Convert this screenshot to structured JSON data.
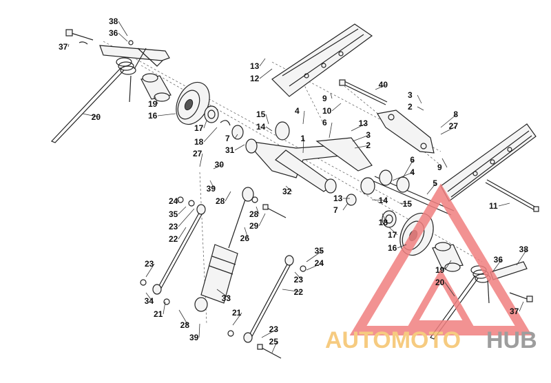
{
  "callouts": [
    {
      "id": "c38a",
      "text": "38"
    },
    {
      "id": "c36a",
      "text": "36"
    },
    {
      "id": "c37a",
      "text": "37"
    },
    {
      "id": "c20a",
      "text": "20"
    },
    {
      "id": "c19a",
      "text": "19"
    },
    {
      "id": "c16a",
      "text": "16"
    },
    {
      "id": "c17a",
      "text": "17"
    },
    {
      "id": "c18a",
      "text": "18"
    },
    {
      "id": "c27a",
      "text": "27"
    },
    {
      "id": "c7a",
      "text": "7"
    },
    {
      "id": "c31",
      "text": "31"
    },
    {
      "id": "c15a",
      "text": "15"
    },
    {
      "id": "c14a",
      "text": "14"
    },
    {
      "id": "c30",
      "text": "30"
    },
    {
      "id": "c39a",
      "text": "39"
    },
    {
      "id": "c28a",
      "text": "28"
    },
    {
      "id": "c13a",
      "text": "13"
    },
    {
      "id": "c12",
      "text": "12"
    },
    {
      "id": "c4a",
      "text": "4"
    },
    {
      "id": "c6a",
      "text": "6"
    },
    {
      "id": "c9a",
      "text": "9"
    },
    {
      "id": "c10",
      "text": "10"
    },
    {
      "id": "c40",
      "text": "40"
    },
    {
      "id": "c3a",
      "text": "3"
    },
    {
      "id": "c2a",
      "text": "2"
    },
    {
      "id": "c8",
      "text": "8"
    },
    {
      "id": "c27b",
      "text": "27"
    },
    {
      "id": "c13b",
      "text": "13"
    },
    {
      "id": "c3b",
      "text": "3"
    },
    {
      "id": "c1",
      "text": "1"
    },
    {
      "id": "c2b",
      "text": "2"
    },
    {
      "id": "c6b",
      "text": "6"
    },
    {
      "id": "c4b",
      "text": "4"
    },
    {
      "id": "c9b",
      "text": "9"
    },
    {
      "id": "c5",
      "text": "5"
    },
    {
      "id": "c11",
      "text": "11"
    },
    {
      "id": "c32",
      "text": "32"
    },
    {
      "id": "c13c",
      "text": "13"
    },
    {
      "id": "c7b",
      "text": "7"
    },
    {
      "id": "c14b",
      "text": "14"
    },
    {
      "id": "c15b",
      "text": "15"
    },
    {
      "id": "c18b",
      "text": "18"
    },
    {
      "id": "c17b",
      "text": "17"
    },
    {
      "id": "c16b",
      "text": "16"
    },
    {
      "id": "c24a",
      "text": "24"
    },
    {
      "id": "c35a",
      "text": "35"
    },
    {
      "id": "c23a",
      "text": "23"
    },
    {
      "id": "c22a",
      "text": "22"
    },
    {
      "id": "c28b",
      "text": "28"
    },
    {
      "id": "c29",
      "text": "29"
    },
    {
      "id": "c26",
      "text": "26"
    },
    {
      "id": "c23b",
      "text": "23"
    },
    {
      "id": "c34",
      "text": "34"
    },
    {
      "id": "c21a",
      "text": "21"
    },
    {
      "id": "c33",
      "text": "33"
    },
    {
      "id": "c28c",
      "text": "28"
    },
    {
      "id": "c39b",
      "text": "39"
    },
    {
      "id": "c21b",
      "text": "21"
    },
    {
      "id": "c35b",
      "text": "35"
    },
    {
      "id": "c24b",
      "text": "24"
    },
    {
      "id": "c23c",
      "text": "23"
    },
    {
      "id": "c22b",
      "text": "22"
    },
    {
      "id": "c23d",
      "text": "23"
    },
    {
      "id": "c25",
      "text": "25"
    },
    {
      "id": "c19b",
      "text": "19"
    },
    {
      "id": "c20b",
      "text": "20"
    },
    {
      "id": "c36b",
      "text": "36"
    },
    {
      "id": "c38b",
      "text": "38"
    },
    {
      "id": "c37b",
      "text": "37"
    }
  ],
  "watermark": {
    "word1": "AUTOMOTO",
    "word2": "HUB",
    "color_primary": "#f08080",
    "color_word1": "#f5c26b",
    "color_word2": "#8c8c8c"
  }
}
